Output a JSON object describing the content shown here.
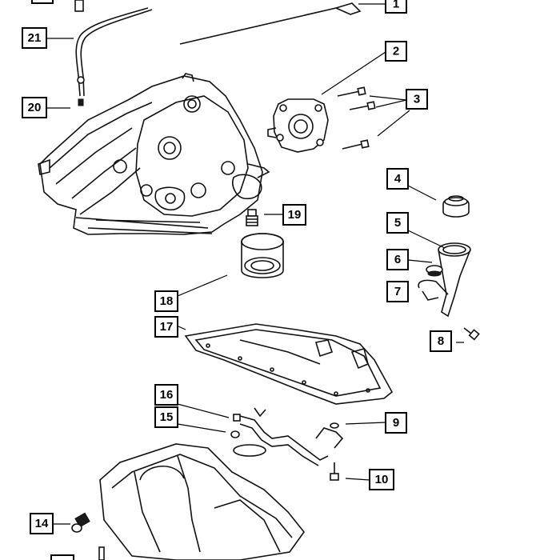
{
  "callouts": [
    {
      "id": "c1",
      "label": "1"
    },
    {
      "id": "c2",
      "label": "2"
    },
    {
      "id": "c3",
      "label": "3"
    },
    {
      "id": "c4",
      "label": "4"
    },
    {
      "id": "c5",
      "label": "5"
    },
    {
      "id": "c6",
      "label": "6"
    },
    {
      "id": "c7",
      "label": "7"
    },
    {
      "id": "c8",
      "label": "8"
    },
    {
      "id": "c9",
      "label": "9"
    },
    {
      "id": "c10",
      "label": "10"
    },
    {
      "id": "c14",
      "label": "14"
    },
    {
      "id": "c15",
      "label": "15"
    },
    {
      "id": "c16",
      "label": "16"
    },
    {
      "id": "c17",
      "label": "17"
    },
    {
      "id": "c18",
      "label": "18"
    },
    {
      "id": "c19",
      "label": "19"
    },
    {
      "id": "c20",
      "label": "20"
    },
    {
      "id": "c21",
      "label": "21"
    }
  ]
}
